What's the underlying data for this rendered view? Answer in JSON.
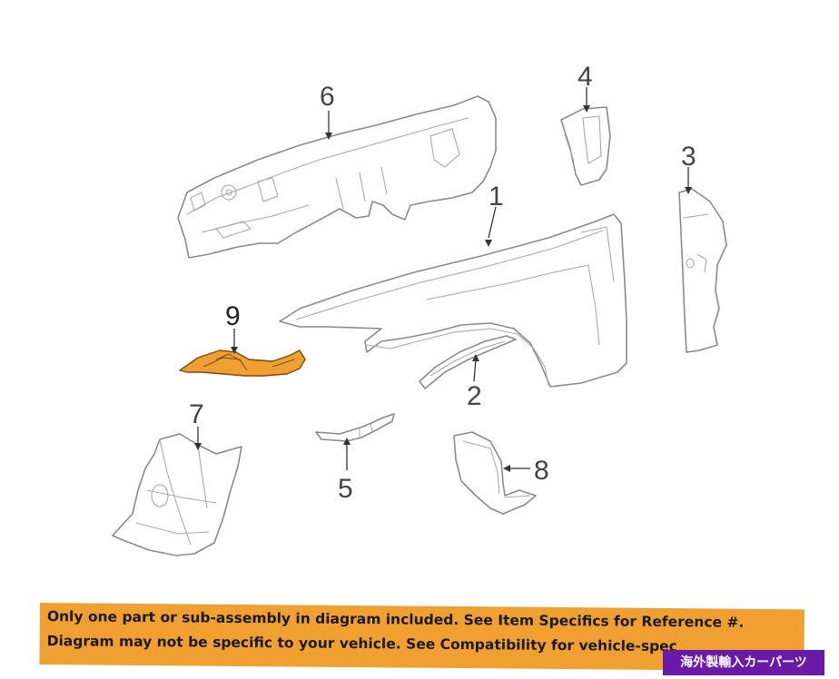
{
  "callouts": {
    "c1": "1",
    "c2": "2",
    "c3": "3",
    "c4": "4",
    "c5": "5",
    "c6": "6",
    "c7": "7",
    "c8": "8",
    "c9": "9"
  },
  "banner": {
    "line1": "Only one part or sub-assembly in diagram included. See Item Specifics for Reference #.",
    "line2": "Diagram may not be specific to your vehicle. See Compatibility for vehicle-spec"
  },
  "badge": {
    "text": "海外製輸入カーパーツ"
  },
  "colors": {
    "highlight": "#f0a030",
    "banner": "#f0a030",
    "badge": "#6a1aa8",
    "line_art": "#8a8a8a"
  }
}
